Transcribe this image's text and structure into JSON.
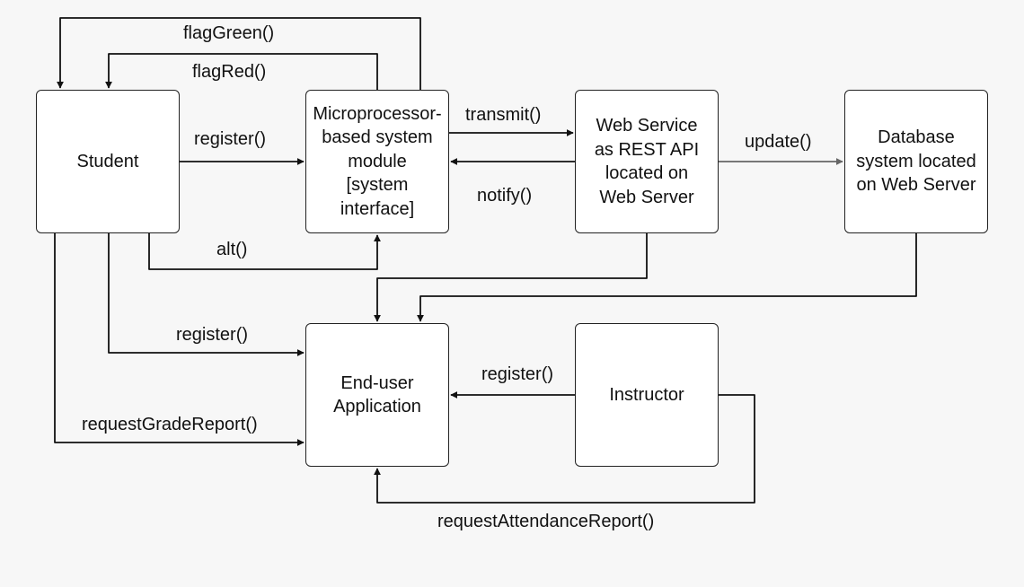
{
  "nodes": {
    "student": "Student",
    "micro": "Microprocessor-\nbased system\nmodule\n[system\ninterface]",
    "web_service": "Web Service\nas REST API\nlocated on\nWeb Server",
    "database": "Database\nsystem located\non Web Server",
    "enduser": "End-user\nApplication",
    "instructor": "Instructor"
  },
  "edges": {
    "flag_green": "flagGreen()",
    "flag_red": "flagRed()",
    "register_micro": "register()",
    "transmit": "transmit()",
    "notify": "notify()",
    "update": "update()",
    "alt": "alt()",
    "register_student_app": "register()",
    "request_grade": "requestGradeReport()",
    "register_instructor": "register()",
    "request_attendance": "requestAttendanceReport()"
  },
  "colors": {
    "line": "#111111",
    "update_line": "#666666",
    "box_fill": "#ffffff",
    "background": "#f7f7f7"
  }
}
